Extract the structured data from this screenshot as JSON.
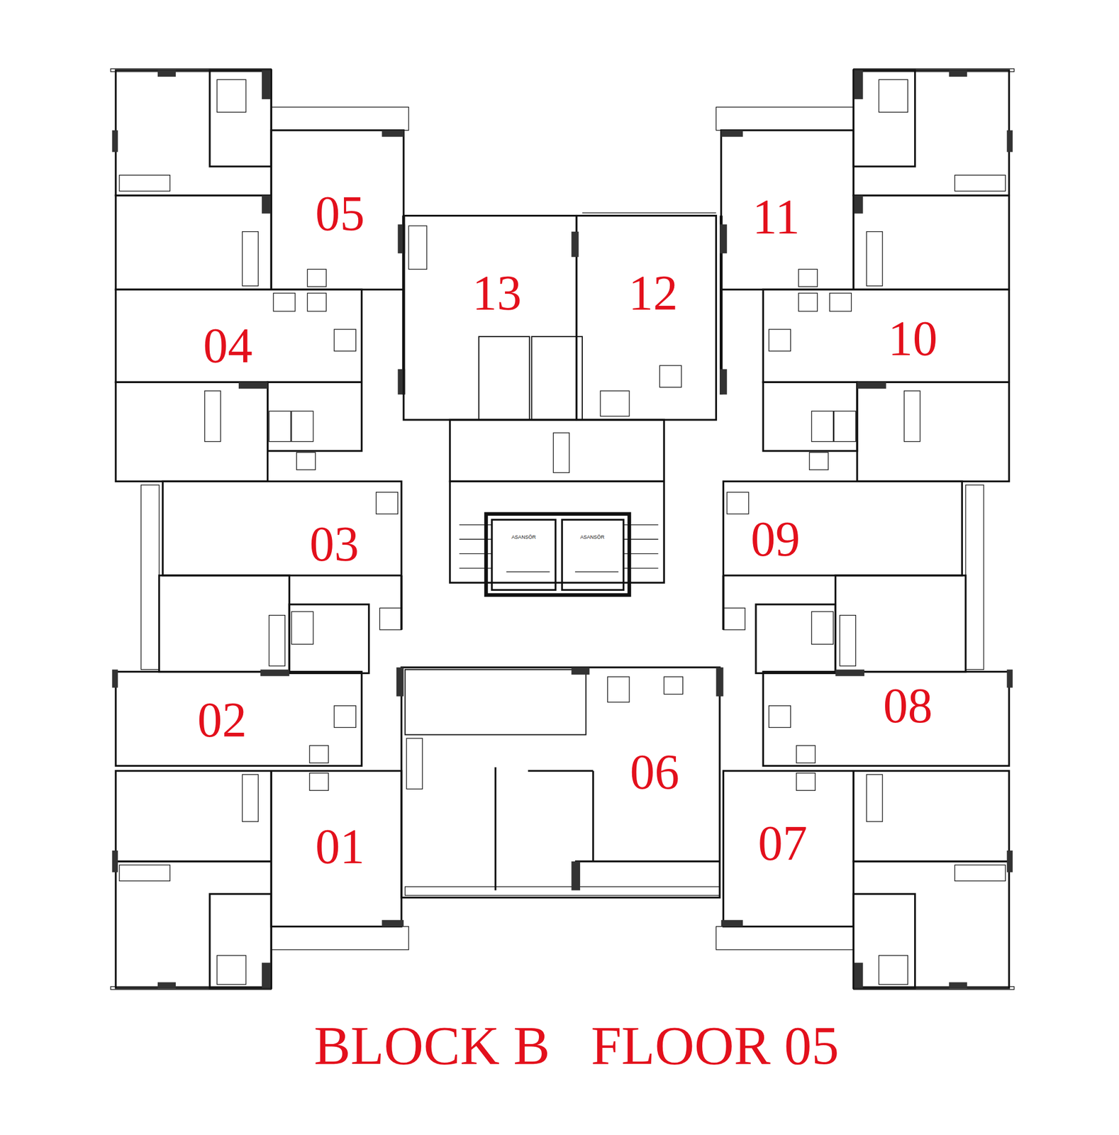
{
  "diagram": {
    "title": "BLOCK B   FLOOR 05",
    "labels": [
      "05",
      "13",
      "12",
      "11",
      "04",
      "10",
      "03",
      "09",
      "02",
      "08",
      "06",
      "01",
      "07",
      "ASANSÖR",
      "ASANSÖR"
    ]
  }
}
